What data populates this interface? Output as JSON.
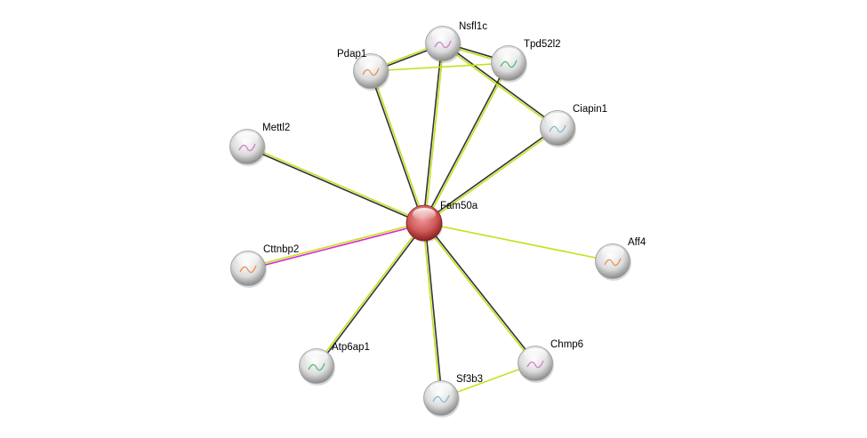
{
  "network": {
    "center": "Fam50a",
    "nodes": [
      {
        "id": "Fam50a",
        "label": "Fam50a",
        "query": true
      },
      {
        "id": "Nsfl1c",
        "label": "Nsfl1c"
      },
      {
        "id": "Pdap1",
        "label": "Pdap1"
      },
      {
        "id": "Tpd52l2",
        "label": "Tpd52l2"
      },
      {
        "id": "Ciapin1",
        "label": "Ciapin1"
      },
      {
        "id": "Mettl2",
        "label": "Mettl2"
      },
      {
        "id": "Cttnbp2",
        "label": "Cttnbp2"
      },
      {
        "id": "Atp6ap1",
        "label": "Atp6ap1"
      },
      {
        "id": "Sf3b3",
        "label": "Sf3b3"
      },
      {
        "id": "Chmp6",
        "label": "Chmp6"
      },
      {
        "id": "Aff4",
        "label": "Aff4"
      }
    ],
    "edges": [
      {
        "a": "Fam50a",
        "b": "Nsfl1c",
        "types": [
          "coexpression",
          "textmining"
        ]
      },
      {
        "a": "Fam50a",
        "b": "Pdap1",
        "types": [
          "coexpression",
          "textmining"
        ]
      },
      {
        "a": "Fam50a",
        "b": "Tpd52l2",
        "types": [
          "coexpression",
          "textmining"
        ]
      },
      {
        "a": "Fam50a",
        "b": "Ciapin1",
        "types": [
          "coexpression",
          "textmining"
        ]
      },
      {
        "a": "Fam50a",
        "b": "Mettl2",
        "types": [
          "coexpression",
          "textmining"
        ]
      },
      {
        "a": "Fam50a",
        "b": "Cttnbp2",
        "types": [
          "experiments",
          "textmining"
        ]
      },
      {
        "a": "Fam50a",
        "b": "Atp6ap1",
        "types": [
          "coexpression",
          "textmining"
        ]
      },
      {
        "a": "Fam50a",
        "b": "Sf3b3",
        "types": [
          "coexpression",
          "textmining"
        ]
      },
      {
        "a": "Fam50a",
        "b": "Chmp6",
        "types": [
          "coexpression",
          "textmining"
        ]
      },
      {
        "a": "Fam50a",
        "b": "Aff4",
        "types": [
          "textmining"
        ]
      },
      {
        "a": "Nsfl1c",
        "b": "Pdap1",
        "types": [
          "coexpression",
          "textmining"
        ]
      },
      {
        "a": "Nsfl1c",
        "b": "Tpd52l2",
        "types": [
          "coexpression",
          "textmining"
        ]
      },
      {
        "a": "Nsfl1c",
        "b": "Ciapin1",
        "types": [
          "coexpression",
          "textmining"
        ]
      },
      {
        "a": "Pdap1",
        "b": "Tpd52l2",
        "types": [
          "textmining"
        ]
      },
      {
        "a": "Sf3b3",
        "b": "Chmp6",
        "types": [
          "textmining"
        ]
      }
    ]
  },
  "colors": {
    "coexpression": "#333333",
    "textmining": "#c7e01a",
    "experiments": "#d62bd6",
    "query_node": "#d24b4b",
    "node": "#e6e6e6"
  }
}
